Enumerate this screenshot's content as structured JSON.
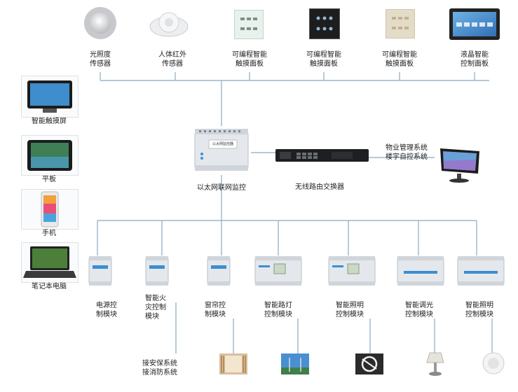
{
  "colors": {
    "line": "#8aa9bf",
    "module_body": "#e4e8ec",
    "module_label": "#3b8fd0",
    "panel_white": "#e8f1ec",
    "panel_black": "#1d1d1d",
    "panel_beige": "#e5dcc8",
    "screen_blue": "#2f6fb4"
  },
  "top_devices": [
    {
      "icon": "ceiling-light-sensor-icon",
      "label": "光照度\n传感器"
    },
    {
      "icon": "pir-sensor-icon",
      "label": "人体红外\n传感器"
    },
    {
      "icon": "white-touch-panel-icon",
      "label": "可编程智能\n触摸面板"
    },
    {
      "icon": "black-touch-panel-icon",
      "label": "可编程智能\n触摸面板"
    },
    {
      "icon": "beige-touch-panel-icon",
      "label": "可编程智能\n触摸面板"
    },
    {
      "icon": "lcd-control-panel-icon",
      "label": "液晶智能\n控制面板"
    }
  ],
  "left_devices": [
    {
      "icon": "touchscreen-icon",
      "label": "智能触摸屏"
    },
    {
      "icon": "tablet-icon",
      "label": "平板"
    },
    {
      "icon": "phone-icon",
      "label": "手机"
    },
    {
      "icon": "laptop-icon",
      "label": "笔记本电脑"
    }
  ],
  "center": {
    "controller_label": "以太网联网监控",
    "controller_plate": "以太网监控器",
    "switch_label": "无线路由交换器",
    "management_label": "物业管理系统\n楼宇自控系统"
  },
  "modules": [
    {
      "label": "电源控\n制模块"
    },
    {
      "label": "智能火\n灾控制\n模块"
    },
    {
      "label": "窗帘控\n制模块"
    },
    {
      "label": "智能路灯\n控制模块"
    },
    {
      "label": "智能照明\n控制模块"
    },
    {
      "label": "智能调光\n控制模块"
    },
    {
      "label": "智能照明\n控制模块"
    }
  ],
  "bottom": {
    "security_label": "接安保系统\n接消防系统"
  }
}
